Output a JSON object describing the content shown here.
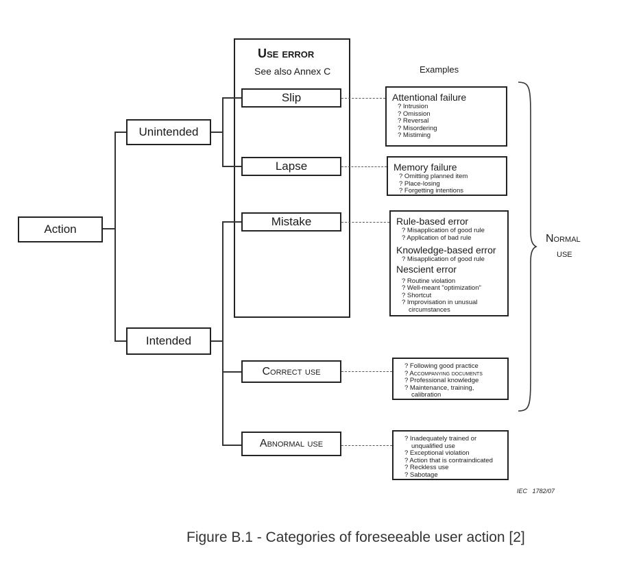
{
  "use_error": {
    "title": "Use error",
    "subtitle": "See also Annex C"
  },
  "examples_label": "Examples",
  "normal_use": {
    "line1": "Normal",
    "line2": "use"
  },
  "nodes": {
    "action": "Action",
    "unintended": "Unintended",
    "intended": "Intended",
    "slip": "Slip",
    "lapse": "Lapse",
    "mistake": "Mistake",
    "correct_use": "Correct use",
    "abnormal_use": "Abnormal use"
  },
  "examples": {
    "attentional": {
      "heading": "Attentional failure",
      "items": [
        "? Intrusion",
        "? Omission",
        "? Reversal",
        "? Misordering",
        "? Mistiming"
      ]
    },
    "memory": {
      "heading": "Memory failure",
      "items": [
        "? Omitting planned item",
        "? Place-losing",
        "? Forgetting intentions"
      ]
    },
    "mistake": {
      "rule_heading": "Rule-based error",
      "rule_items": [
        "? Misapplication of good rule",
        "? Application of bad rule"
      ],
      "knowledge_heading": "Knowledge-based error",
      "knowledge_items": [
        "? Misapplication of good rule"
      ],
      "nescient_heading": "Nescient error",
      "nescient_items": [
        "? Routine violation",
        "? Well-meant \"optimization\"",
        "? Shortcut",
        "? Improvisation in unusual",
        "circumstances"
      ]
    },
    "correct": {
      "items": [
        "? Following good practice",
        "? Accompanying documents",
        "? Professional knowledge",
        "? Maintenance, training,",
        "calibration"
      ]
    },
    "abnormal": {
      "items": [
        "? Inadequately trained or",
        "unqualified use",
        "? Exceptional violation",
        "? Action that is contraindicated",
        "? Reckless use",
        "? Sabotage"
      ]
    }
  },
  "iec_code": "IEC   1782/07",
  "caption": "Figure B.1 - Categories of foreseeable user action [2]"
}
